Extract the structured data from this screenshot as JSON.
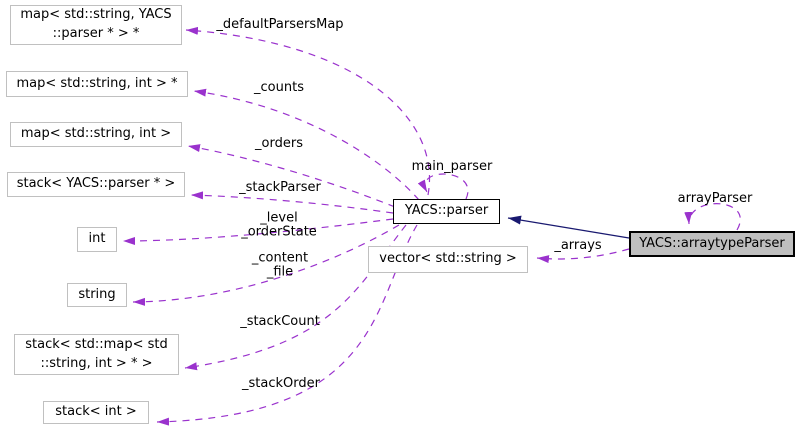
{
  "diagram": {
    "colors": {
      "background": "#ffffff",
      "usage_edge": "#9a32cd",
      "inheritance_edge": "#191970",
      "node_border": "#c0c0c0",
      "focus_node_border": "#000000",
      "focus_node_fill": "#bfbfbf",
      "text": "#000000"
    },
    "nodes": [
      {
        "label": "map< std::string, YACS\n::parser * > *"
      },
      {
        "label": "map< std::string, int > *"
      },
      {
        "label": "map< std::string, int >"
      },
      {
        "label": "stack< YACS::parser * >"
      },
      {
        "label": "int"
      },
      {
        "label": "string"
      },
      {
        "label": "stack< std::map< std\n::string, int > * >"
      },
      {
        "label": "stack< int >"
      },
      {
        "label": "YACS::parser"
      },
      {
        "label": "vector< std::string >"
      },
      {
        "label": "YACS::arraytypeParser"
      }
    ],
    "edge_labels": [
      {
        "text": "_defaultParsersMap"
      },
      {
        "text": "_counts"
      },
      {
        "text": "_orders"
      },
      {
        "text": "_stackParser"
      },
      {
        "text": "_level\n_orderState"
      },
      {
        "text": "_content\n_file"
      },
      {
        "text": "_stackCount"
      },
      {
        "text": "_stackOrder"
      },
      {
        "text": "main_parser"
      },
      {
        "text": "arrayParser"
      },
      {
        "text": "_arrays"
      }
    ]
  }
}
